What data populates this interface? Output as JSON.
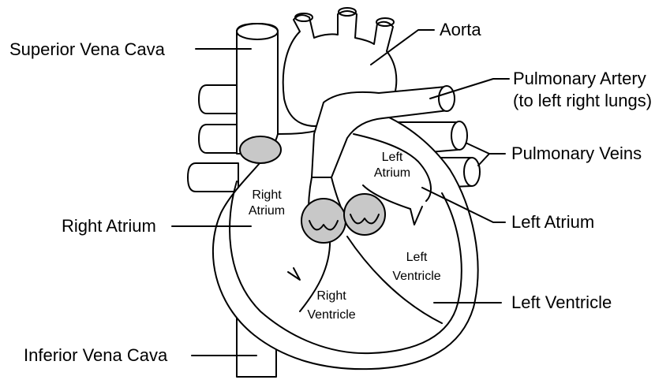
{
  "labels": {
    "aorta": "Aorta",
    "superior_vena_cava": "Superior Vena Cava",
    "pulmonary_artery_line1": "Pulmonary Artery",
    "pulmonary_artery_line2": "(to left right lungs)",
    "pulmonary_veins": "Pulmonary Veins",
    "left_atrium": "Left Atrium",
    "right_atrium": "Right Atrium",
    "left_ventricle": "Left Ventricle",
    "inferior_vena_cava": "Inferior Vena Cava"
  },
  "chambers": {
    "right_atrium_line1": "Right",
    "right_atrium_line2": "Atrium",
    "left_atrium_line1": "Left",
    "left_atrium_line2": "Atrium",
    "right_ventricle_line1": "Right",
    "right_ventricle_line2": "Ventricle",
    "left_ventricle_line1": "Left",
    "left_ventricle_line2": "Ventricle"
  },
  "colors": {
    "line": "#000000",
    "valve_fill": "#c8c8c8",
    "background": "#ffffff"
  }
}
